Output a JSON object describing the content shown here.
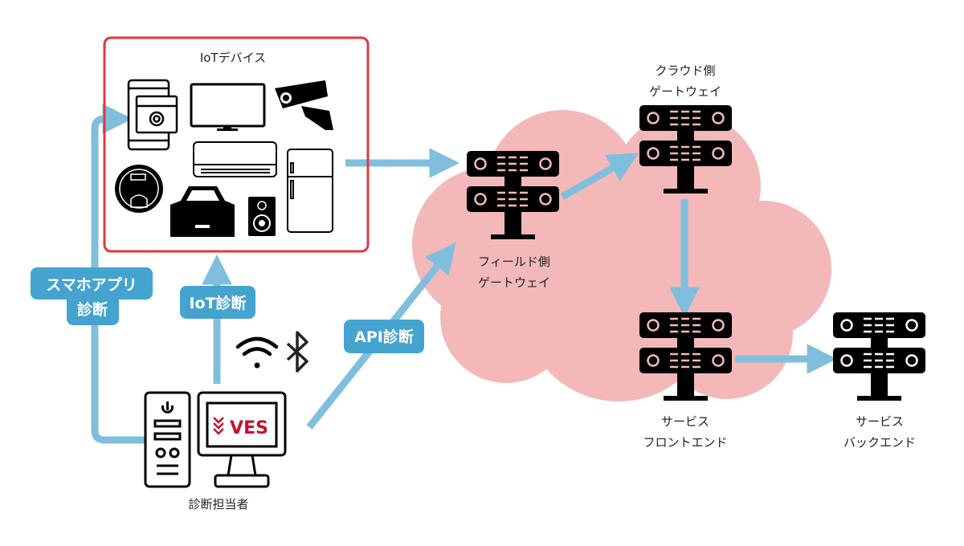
{
  "colors": {
    "iot_box_border": "#e0393f",
    "arrow": "#7fbfdd",
    "badge": "#45a3cf",
    "cloud": "#f4b8b9",
    "icon": "#000000",
    "brand_red": "#c8102e"
  },
  "iot_box": {
    "title": "IoTデバイス",
    "icons": [
      "smartphone-settings-icon",
      "tv-icon",
      "security-camera-icon",
      "air-conditioner-icon",
      "robot-vacuum-icon",
      "car-icon",
      "speaker-icon",
      "refrigerator-icon"
    ]
  },
  "badges": {
    "smartphone_line1": "スマホアプリ",
    "smartphone_line2": "診断",
    "iot": "IoT診断",
    "api": "API診断"
  },
  "operator": {
    "label": "診断担当者",
    "screen_logo": "VES",
    "icons": [
      "pc-tower-icon",
      "monitor-icon",
      "wifi-icon",
      "bluetooth-icon"
    ]
  },
  "nodes": {
    "field_gateway": {
      "line1": "フィールド側",
      "line2": "ゲートウェイ"
    },
    "cloud_gateway": {
      "line1": "クラウド側",
      "line2": "ゲートウェイ"
    },
    "frontend": {
      "line1": "サービス",
      "line2": "フロントエンド"
    },
    "backend": {
      "line1": "サービス",
      "line2": "バックエンド"
    }
  }
}
